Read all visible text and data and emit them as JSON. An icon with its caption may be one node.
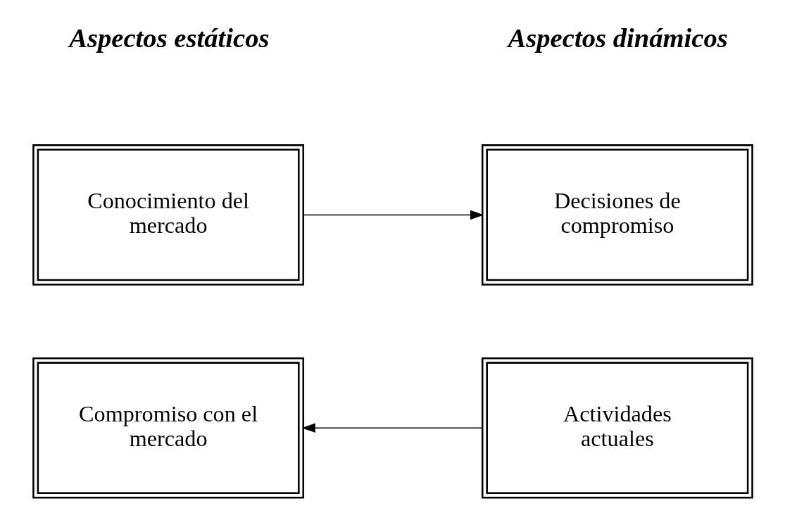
{
  "diagram": {
    "nodes": [
      {
        "text": [
          "Conocimiento del mercado"
        ]
      },
      {
        "text": [
          "Decisiones de compromiso"
        ]
      },
      {
        "text": [
          "Compromiso con el mercado"
        ]
      },
      {
        "text": [
          "Actividades actuales"
        ]
      }
    ],
    "edges": [
      {
        "from": 0,
        "to": 1,
        "arrow": "to"
      },
      {
        "from": 3,
        "to": 2,
        "arrow": "to"
      }
    ],
    "labels": [
      "Aspectos estáticos",
      "Aspectos dinámicos"
    ]
  }
}
